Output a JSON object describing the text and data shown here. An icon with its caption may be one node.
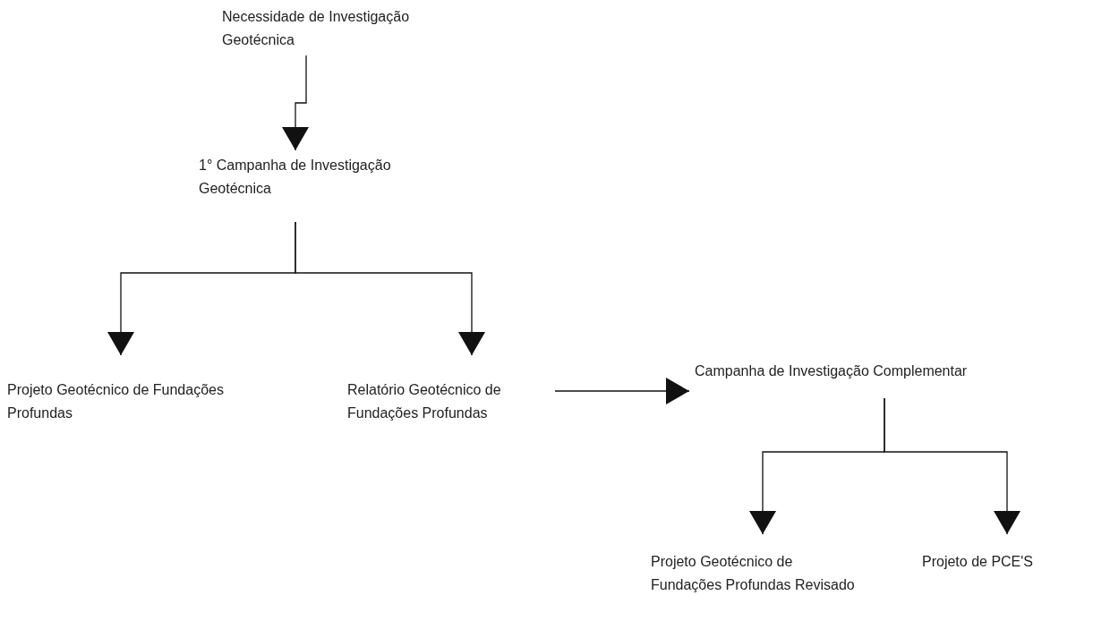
{
  "diagram": {
    "nodes": [
      {
        "text": [
          "Necessidade de Investigação Geotécnica"
        ]
      },
      {
        "text": [
          "1° Campanha de Investigação Geotécnica"
        ]
      },
      {
        "text": [
          "Projeto Geotécnico de Fundações Profundas"
        ]
      },
      {
        "text": [
          "Relatório Geotécnico de Fundações Profundas"
        ]
      },
      {
        "text": [
          "Campanha de Investigação Complementar"
        ]
      },
      {
        "text": [
          "Projeto Geotécnico de Fundações Profundas Revisado"
        ]
      },
      {
        "text": [
          "Projeto de PCE'S"
        ]
      }
    ],
    "edges": [
      {
        "from": 0,
        "to": 1,
        "arrow": "to"
      },
      {
        "from": 1,
        "to": 2,
        "arrow": "to"
      },
      {
        "from": 1,
        "to": 3,
        "arrow": "to"
      },
      {
        "from": 3,
        "to": 4,
        "arrow": "to"
      },
      {
        "from": 4,
        "to": 5,
        "arrow": "to"
      },
      {
        "from": 4,
        "to": 6,
        "arrow": "to"
      }
    ]
  }
}
